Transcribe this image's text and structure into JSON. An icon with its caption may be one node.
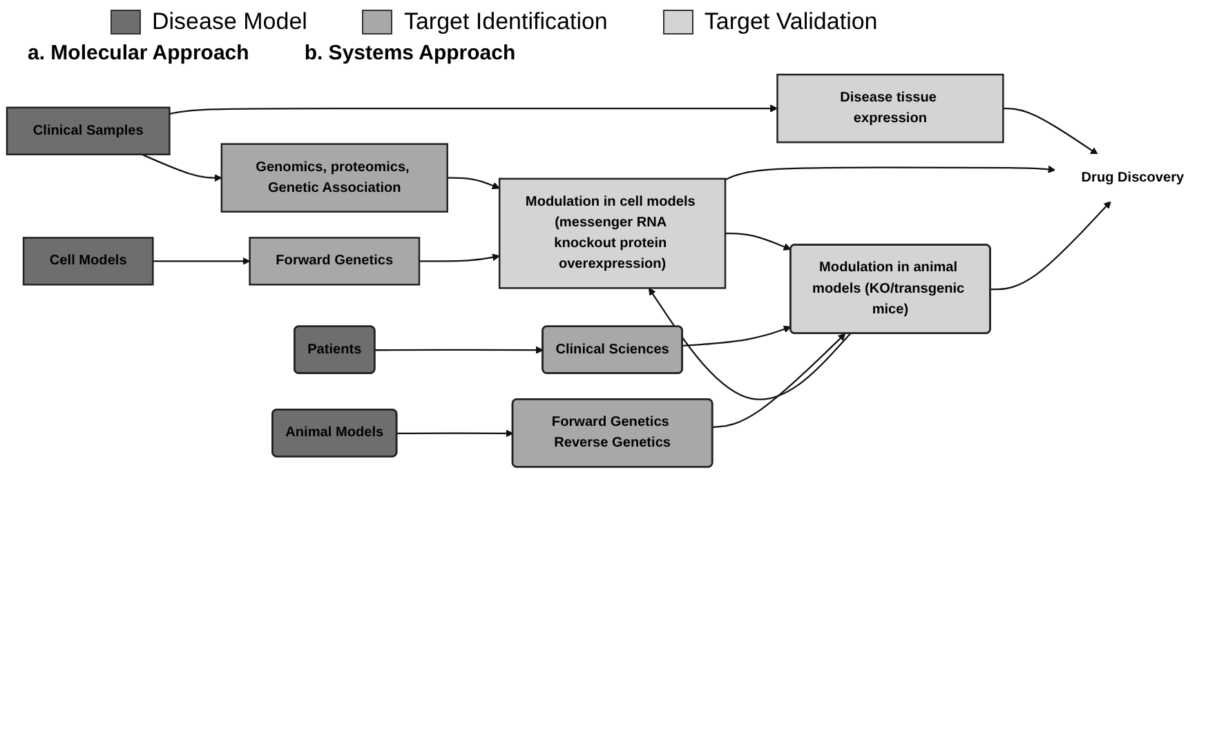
{
  "diagram": {
    "nodes": [
      {
        "text": [
          "Clinical Samples"
        ]
      },
      {
        "text": [
          "Disease tissue expression"
        ]
      },
      {
        "text": [
          "Genomics, proteomics, Genetic Association"
        ]
      },
      {
        "text": [
          "Cell Models"
        ]
      },
      {
        "text": [
          "Forward Genetics"
        ]
      },
      {
        "text": [
          "Modulation in cell models (messenger RNA knockout protein overexpression)"
        ]
      },
      {
        "text": [
          "Drug Discovery"
        ]
      },
      {
        "text": [
          "Patients"
        ]
      },
      {
        "text": [
          "Clinical Sciences"
        ]
      },
      {
        "text": [
          "Modulation in animal models (KO/transgenic mice)"
        ]
      },
      {
        "text": [
          "Animal Models"
        ]
      },
      {
        "text": [
          "Forward Genetics Reverse Genetics"
        ]
      }
    ],
    "edges": [
      {
        "from": 0,
        "to": 1,
        "arrow": "to"
      },
      {
        "from": 0,
        "to": 2,
        "arrow": "to"
      },
      {
        "from": 2,
        "to": 5,
        "arrow": "to"
      },
      {
        "from": 1,
        "to": 6,
        "arrow": "to"
      },
      {
        "from": 3,
        "to": 4,
        "arrow": "to"
      },
      {
        "from": 4,
        "to": 5,
        "arrow": "to"
      },
      {
        "from": 5,
        "to": 6,
        "arrow": "to"
      },
      {
        "from": 5,
        "to": 9,
        "arrow": "to"
      },
      {
        "from": 9,
        "to": 5,
        "arrow": "to"
      },
      {
        "from": 9,
        "to": 6,
        "arrow": "to"
      },
      {
        "from": 7,
        "to": 8,
        "arrow": "to"
      },
      {
        "from": 8,
        "to": 9,
        "arrow": "to"
      },
      {
        "from": 10,
        "to": 11,
        "arrow": "to"
      },
      {
        "from": 11,
        "to": 9,
        "arrow": "to"
      }
    ],
    "labels": [
      "a. Molecular Approach",
      "b. Systems Approach"
    ],
    "legend": [
      {
        "text": "Disease Model",
        "color": "#6e6e6e"
      },
      {
        "text": "Target Identification",
        "color": "#a8a8a8"
      },
      {
        "text": "Target Validation",
        "color": "#d4d4d4"
      }
    ]
  }
}
